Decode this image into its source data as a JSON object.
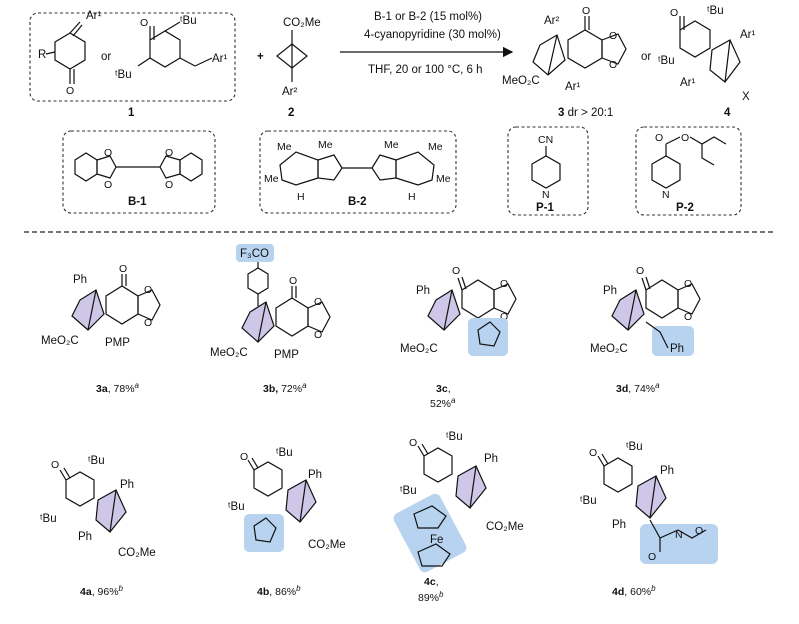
{
  "conditions": {
    "line1": "B-1 or B-2 (15 mol%)",
    "line2": "4-cyanopyridine (30 mol%)",
    "line3": "THF, 20 or 100 °C, 6 h"
  },
  "reactants": {
    "r1_label": "1",
    "r2_label": "2",
    "or1": "or",
    "plus": "+",
    "sub_R": "R",
    "sub_Ar1": "Ar¹",
    "sub_Ar2": "Ar²",
    "sub_tBu": "ᵗBu",
    "co2me": "CO₂Me",
    "o": "O"
  },
  "products": {
    "p3_label": "3",
    "p3_dr": "dr > 20:1",
    "or2": "or",
    "p4_label": "4",
    "x": "X",
    "meo2c": "MeO₂C",
    "ar1": "Ar¹",
    "ar2": "Ar²"
  },
  "catalysts": [
    {
      "label": "B-1"
    },
    {
      "label": "B-2",
      "me": "Me",
      "h": "H"
    },
    {
      "label": "P-1",
      "cn": "CN",
      "n": "N"
    },
    {
      "label": "P-2",
      "n": "N"
    }
  ],
  "examples": [
    {
      "id": "3a",
      "yield": ", 78%",
      "note": "a",
      "sub": "PMP"
    },
    {
      "id": "3b,",
      "yield": " 72%",
      "note": "a",
      "sub": "PMP",
      "hl": "F₃CO"
    },
    {
      "id": "3c",
      "yield": ",",
      "yield2": "52%",
      "note": "a"
    },
    {
      "id": "3d",
      "yield": ", 74%",
      "note": "a",
      "sub": "Ph"
    },
    {
      "id": "4a",
      "yield": ", 96%",
      "note": "b"
    },
    {
      "id": "4b",
      "yield": ", 86%",
      "note": "b"
    },
    {
      "id": "4c",
      "yield": ",",
      "yield2": "89%",
      "note": "b",
      "fe": "Fe"
    },
    {
      "id": "4d",
      "yield": ", 60%",
      "note": "b"
    }
  ],
  "common": {
    "ph": "Ph",
    "tbu": "ᵗBu",
    "co2me": "CO₂Me",
    "meo2c": "MeO₂C",
    "o": "O",
    "n": "N"
  }
}
